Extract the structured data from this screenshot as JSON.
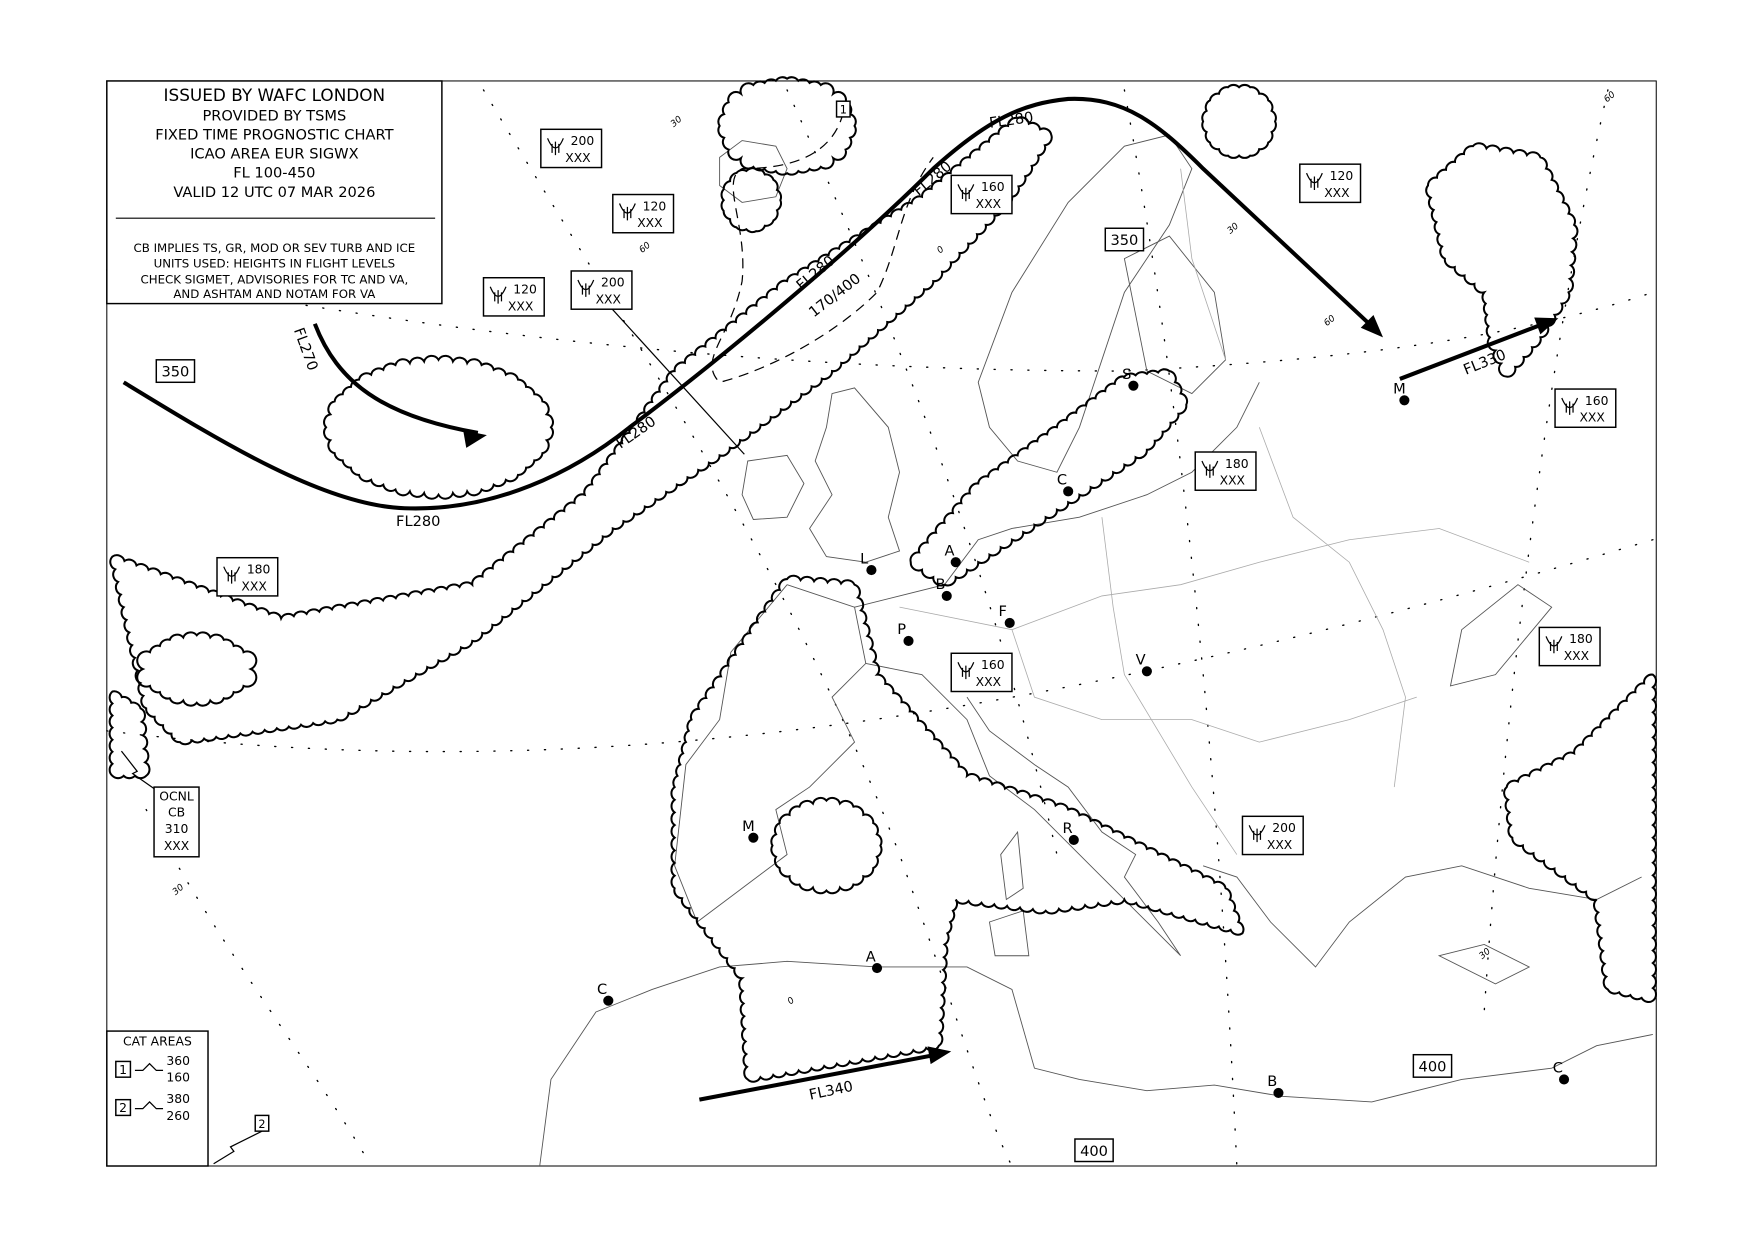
{
  "header": {
    "issuer": "ISSUED BY WAFC LONDON",
    "provider": "PROVIDED BY TSMS",
    "chart_type": "FIXED TIME PROGNOSTIC CHART",
    "area": "ICAO AREA EUR SIGWX",
    "levels": "FL 100-450",
    "valid": "VALID 12 UTC 07 MAR 2026"
  },
  "notes": [
    "CB IMPLIES TS, GR, MOD OR SEV TURB AND ICE",
    "UNITS USED: HEIGHTS IN FLIGHT LEVELS",
    "CHECK SIGMET, ADVISORIES FOR TC AND VA,",
    "AND ASHTAM AND NOTAM FOR VA"
  ],
  "cat_legend": {
    "title": "CAT AREAS",
    "areas": [
      {
        "id": "1",
        "top": "360",
        "base": "160"
      },
      {
        "id": "2",
        "top": "380",
        "base": "260"
      }
    ]
  },
  "cb_boxes": [
    {
      "top": "200",
      "base": "XXX"
    },
    {
      "top": "120",
      "base": "XXX"
    },
    {
      "top": "120",
      "base": "XXX"
    },
    {
      "top": "200",
      "base": "XXX"
    },
    {
      "top": "160",
      "base": "XXX"
    },
    {
      "top": "120",
      "base": "XXX"
    },
    {
      "top": "180",
      "base": "XXX"
    },
    {
      "top": "180",
      "base": "XXX"
    },
    {
      "top": "160",
      "base": "XXX"
    },
    {
      "top": "160",
      "base": "XXX"
    },
    {
      "top": "180",
      "base": "XXX"
    },
    {
      "top": "200",
      "base": "XXX"
    }
  ],
  "ocnl_cb": [
    "OCNL",
    "CB",
    "310",
    "XXX"
  ],
  "jet_labels": [
    "FL270",
    "FL280",
    "FL280",
    "FL280",
    "170/400",
    "FL280",
    "FL280",
    "FL330",
    "FL340"
  ],
  "tropopause_boxes": [
    "350",
    "350",
    "400",
    "400"
  ],
  "cat_area_tags": [
    "1",
    "2"
  ],
  "cities": [
    "L",
    "A",
    "B",
    "F",
    "P",
    "V",
    "M",
    "R",
    "A",
    "C",
    "B",
    "C",
    "S",
    "C",
    "M"
  ],
  "latitude_labels": [
    "30",
    "60",
    "60",
    "30",
    "30",
    "60",
    "0",
    "0",
    "30"
  ]
}
